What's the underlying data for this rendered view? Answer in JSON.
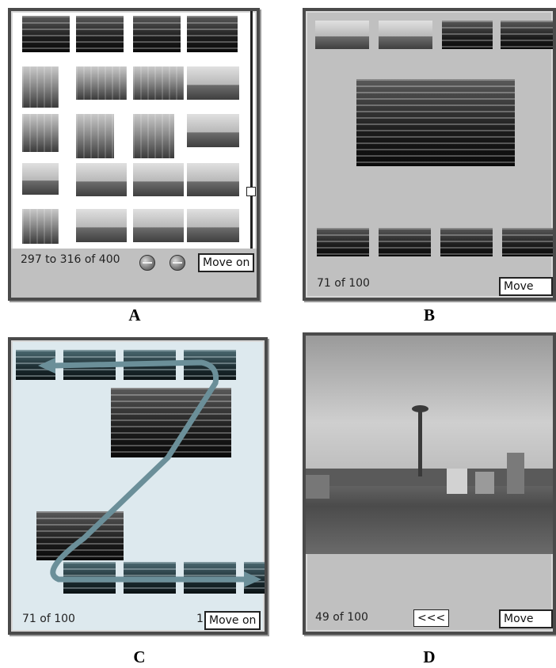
{
  "panels": {
    "a": {
      "caption": "A",
      "status": "297 to 316 of 400",
      "move_on_label": "Move on",
      "prev_icon": "round-gray-button-icon",
      "next_icon": "round-gray-button-icon"
    },
    "b": {
      "caption": "B",
      "status": "71 of 100",
      "move_on_label": "Move on"
    },
    "c": {
      "caption": "C",
      "status": "71 of 100",
      "page_marker": "1",
      "move_on_label": "Move on",
      "path_icon": "curved-arrow-path-icon"
    },
    "d": {
      "caption": "D",
      "status": "49 of 100",
      "back_label": "<<<",
      "move_on_label": "Move on"
    }
  },
  "colors": {
    "gray_bg": "#c0c0c0",
    "light_blue_bg": "#dde9ee",
    "arrow": "#6b8f99"
  }
}
